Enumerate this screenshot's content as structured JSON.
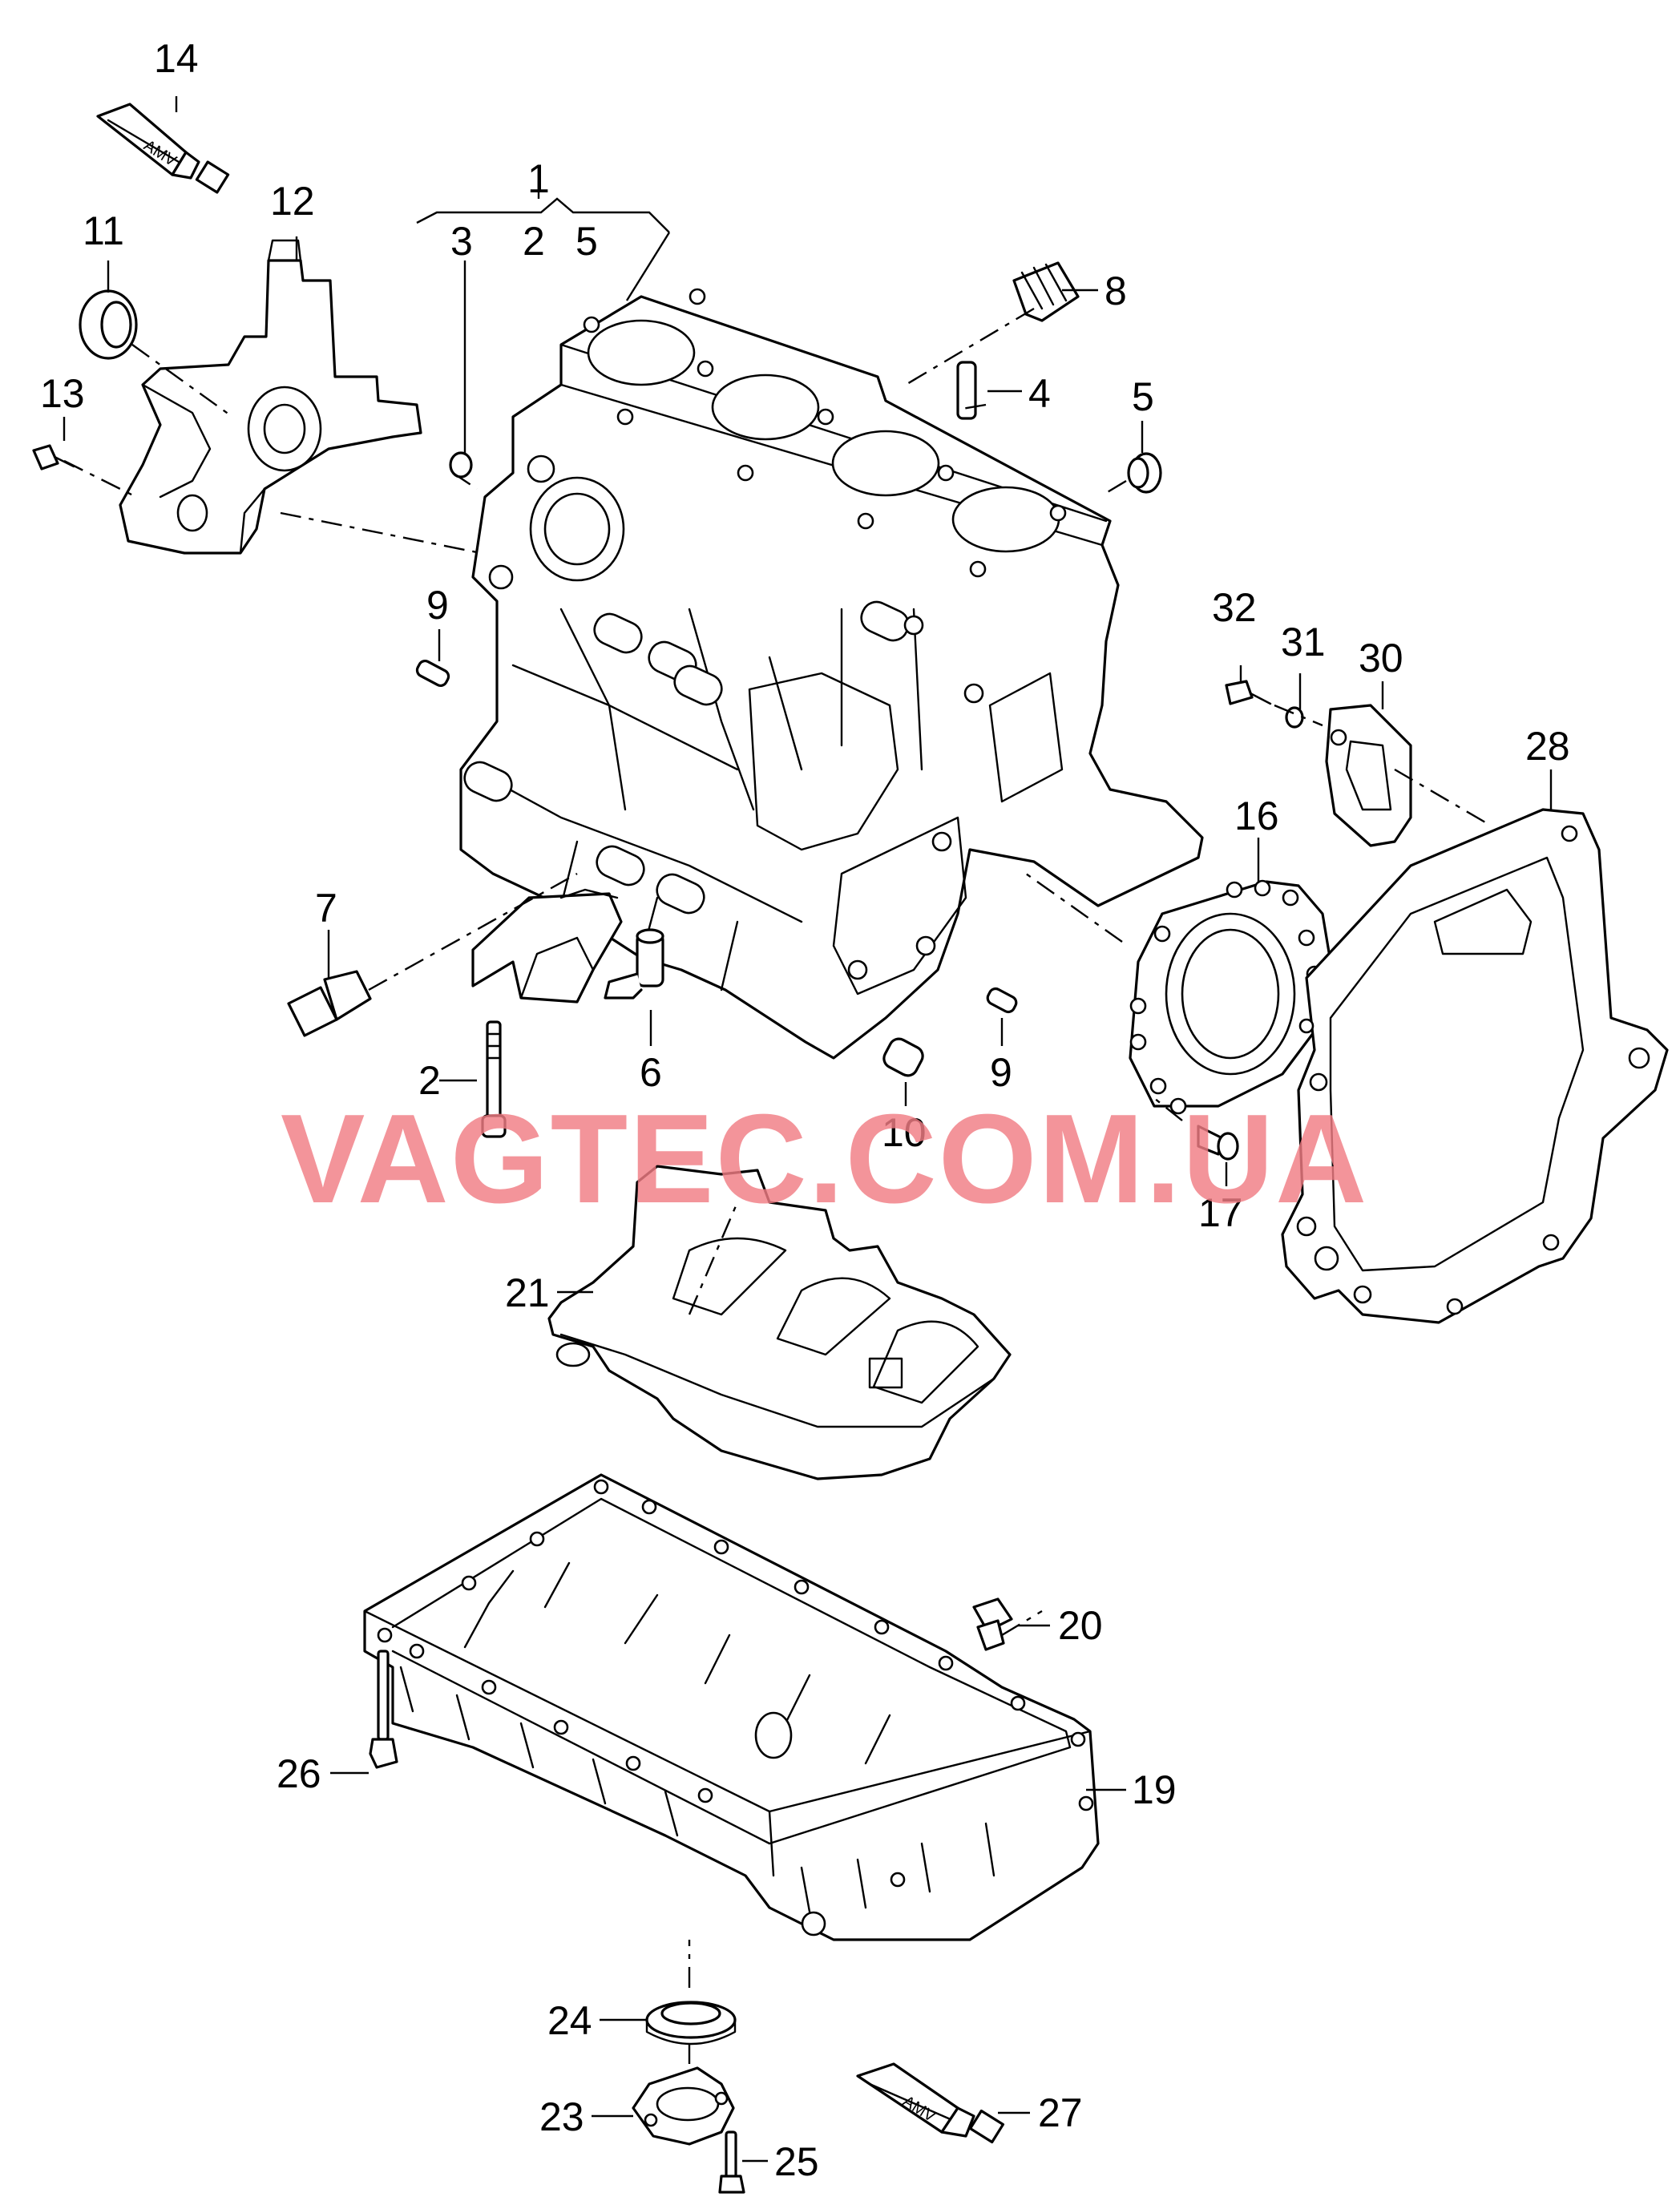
{
  "watermark": "VAGTEC.COM.UA",
  "tube_label": "AMV",
  "callouts": {
    "c1": "1",
    "c2a": "2",
    "c3": "3",
    "c5a": "5",
    "c14": "14",
    "c12": "12",
    "c11": "11",
    "c13": "13",
    "c8": "8",
    "c4": "4",
    "c5b": "5",
    "c9a": "9",
    "c32": "32",
    "c31": "31",
    "c30": "30",
    "c28": "28",
    "c16": "16",
    "c7": "7",
    "c2b": "2",
    "c6": "6",
    "c9b": "9",
    "c10": "10",
    "c17": "17",
    "c21": "21",
    "c20": "20",
    "c26": "26",
    "c19": "19",
    "c24": "24",
    "c23": "23",
    "c25": "25",
    "c27": "27"
  },
  "colors": {
    "line": "#000000",
    "watermark": "#f07c84",
    "background": "#ffffff"
  }
}
